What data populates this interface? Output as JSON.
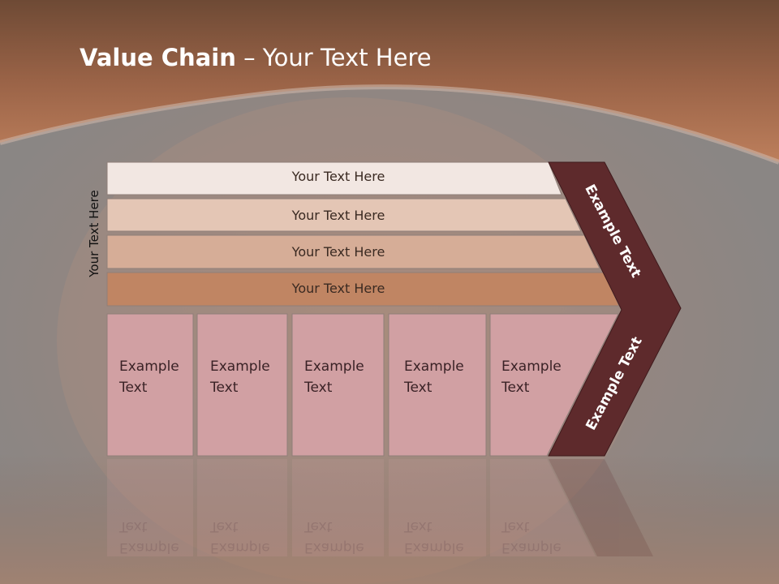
{
  "title": {
    "bold": "Value Chain",
    "rest": " – Your Text Here"
  },
  "side_label": "Your Text Here",
  "rows": [
    "Your Text Here",
    "Your Text Here",
    "Your Text Here",
    "Your Text Here"
  ],
  "boxes": [
    "Example\nText",
    "Example\nText",
    "Example\nText",
    "Example\nText",
    "Example\nText"
  ],
  "chevron": {
    "upper": "Example Text",
    "lower": "Example Text"
  },
  "colors": {
    "header": "#a8694a",
    "row1": "#f2e7e2",
    "row2": "#e4c6b5",
    "row3": "#d6ad97",
    "row4": "#c08563",
    "box": "#d1a0a3",
    "chevron": "#5e2a2c"
  }
}
